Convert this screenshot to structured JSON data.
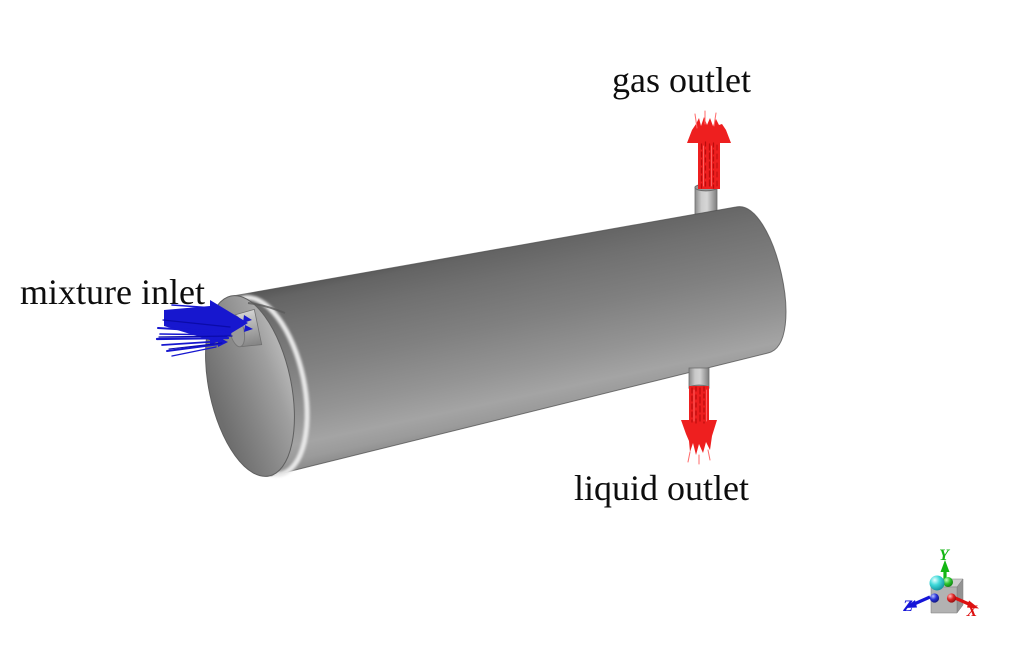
{
  "viewport": {
    "background": "#ffffff",
    "annotations": {
      "gas_outlet": "gas outlet",
      "mixture_inlet": "mixture inlet",
      "liquid_outlet": "liquid outlet"
    },
    "flow_colors": {
      "inlet": "#1717cf",
      "inlet_dark": "#0b0ba8",
      "outlet": "#ee1f1f",
      "outlet_dark": "#bb0c0c",
      "outlet_light": "#ff6a6a"
    },
    "vessel_color": "#828282",
    "triad": {
      "x": {
        "label": "X",
        "color": "#dd1111"
      },
      "y": {
        "label": "Y",
        "color": "#14b614"
      },
      "z": {
        "label": "Z",
        "color": "#1616d8"
      }
    }
  }
}
